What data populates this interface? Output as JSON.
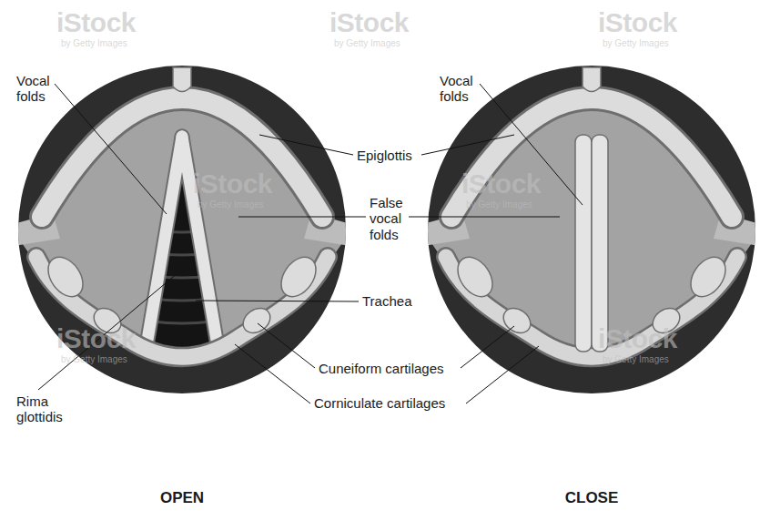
{
  "diagram": {
    "labels": [
      "Vocal folds",
      "Vocal folds",
      "Epiglottis",
      "False vocal folds",
      "Trachea",
      "Cuneiform cartilages",
      "Corniculate cartilages",
      "Rima glottidis",
      "OPEN",
      "CLOSE",
      "iStock",
      "by Getty Images",
      "iStock",
      "by Getty Images",
      "iStock",
      "by Getty Images",
      "iStock",
      "by Getty Images",
      "iStock",
      "by Getty Images",
      "iStock",
      "by Getty Images",
      "iStock",
      "by Getty Images"
    ]
  }
}
